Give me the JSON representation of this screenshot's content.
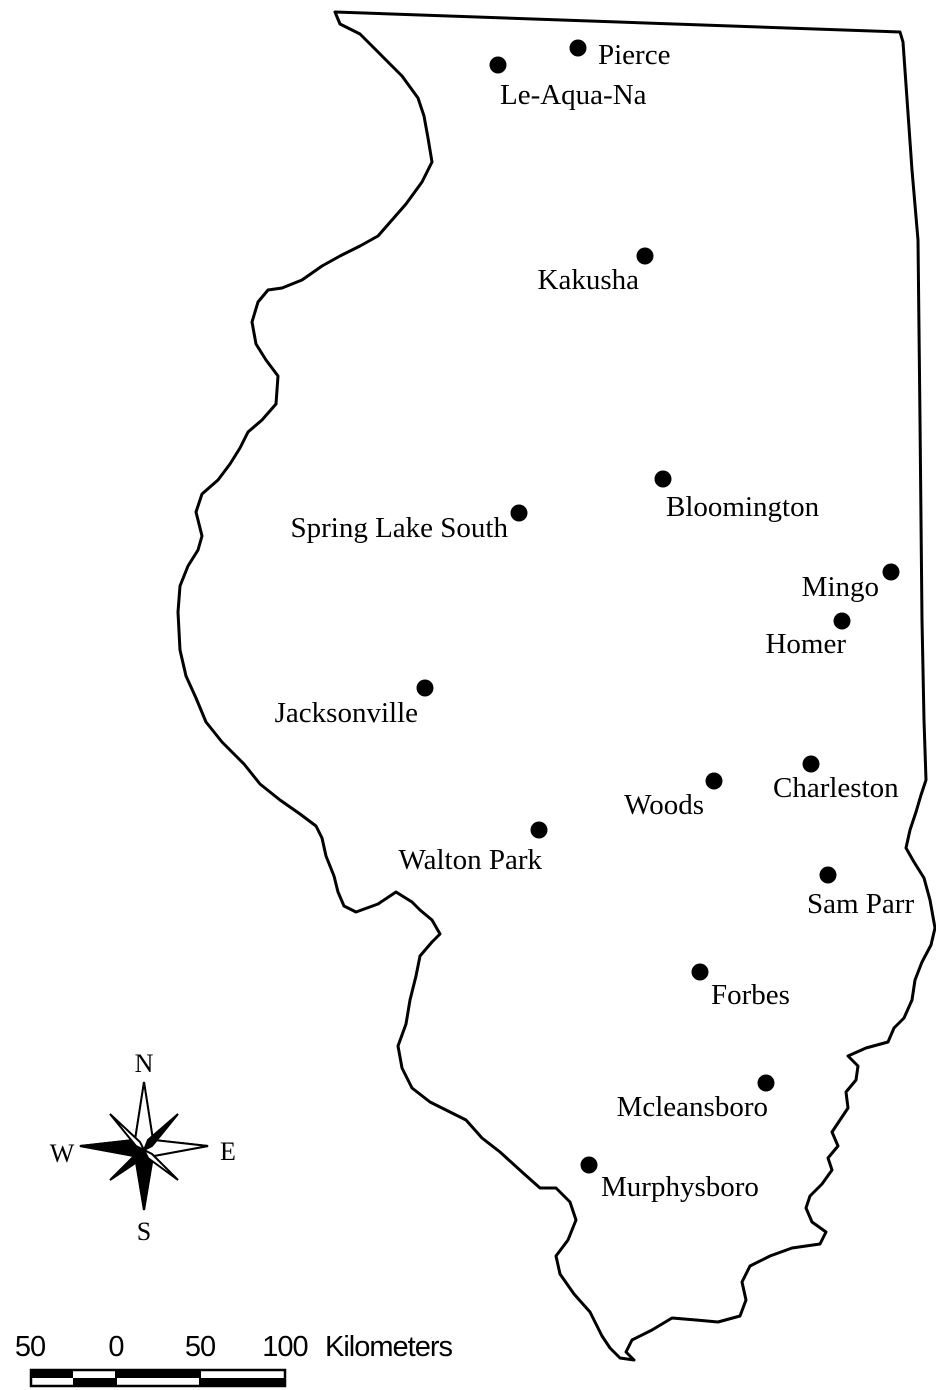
{
  "map": {
    "sites": [
      {
        "name": "Pierce"
      },
      {
        "name": "Le-Aqua-Na"
      },
      {
        "name": "Kakusha"
      },
      {
        "name": "Bloomington"
      },
      {
        "name": "Spring Lake South"
      },
      {
        "name": "Mingo"
      },
      {
        "name": "Homer"
      },
      {
        "name": "Jacksonville"
      },
      {
        "name": "Charleston"
      },
      {
        "name": "Woods"
      },
      {
        "name": "Walton Park"
      },
      {
        "name": "Sam Parr"
      },
      {
        "name": "Forbes"
      },
      {
        "name": "Mcleansboro"
      },
      {
        "name": "Murphysboro"
      }
    ],
    "compass": {
      "north": "N",
      "south": "S",
      "east": "E",
      "west": "W"
    },
    "scale_bar": {
      "ticks": [
        "50",
        "0",
        "50",
        "100"
      ],
      "unit": "Kilometers"
    },
    "colors": {
      "ink": "#000000",
      "background": "#ffffff"
    }
  }
}
